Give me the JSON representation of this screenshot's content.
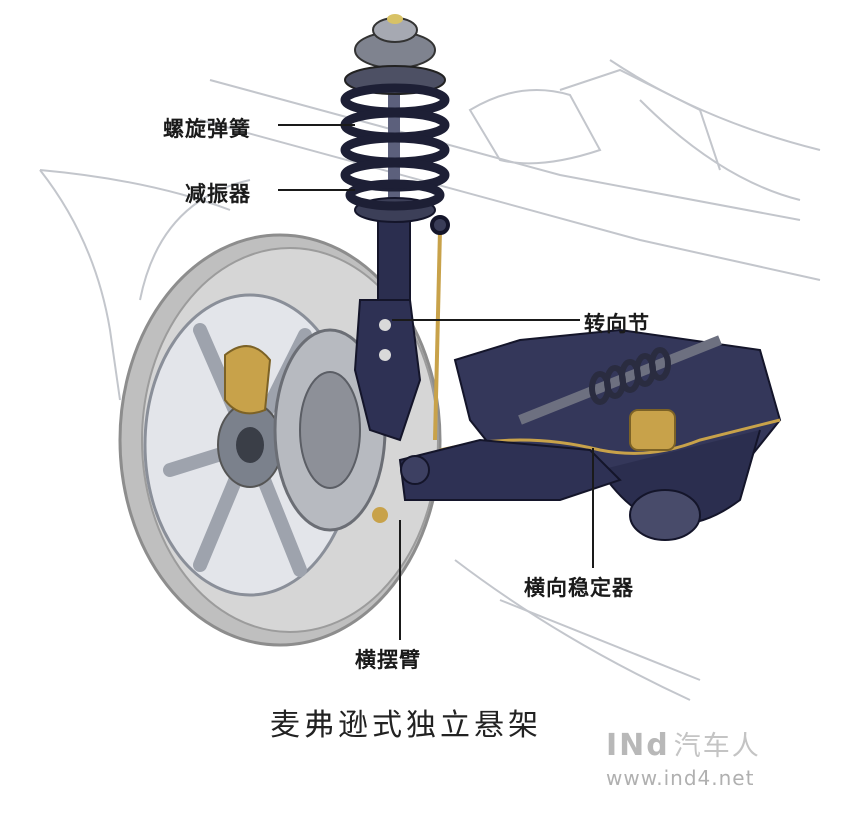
{
  "labels": {
    "coil_spring": "螺旋弹簧",
    "shock_absorber": "减振器",
    "steering_knuckle": "转向节",
    "stabilizer_bar": "横向稳定器",
    "control_arm": "横摆臂"
  },
  "caption": "麦弗逊式独立悬架",
  "watermark": {
    "logo_text": "INd",
    "logo_cn": "汽车人",
    "url": "www.ind4.net"
  },
  "colors": {
    "strut_dark": "#2b2e4f",
    "brass": "#c8a24a",
    "tire": "#c9c9c9",
    "rim": "#a9adb6",
    "body_outline": "#bfc2c8",
    "label_text": "#1a1a1a"
  }
}
